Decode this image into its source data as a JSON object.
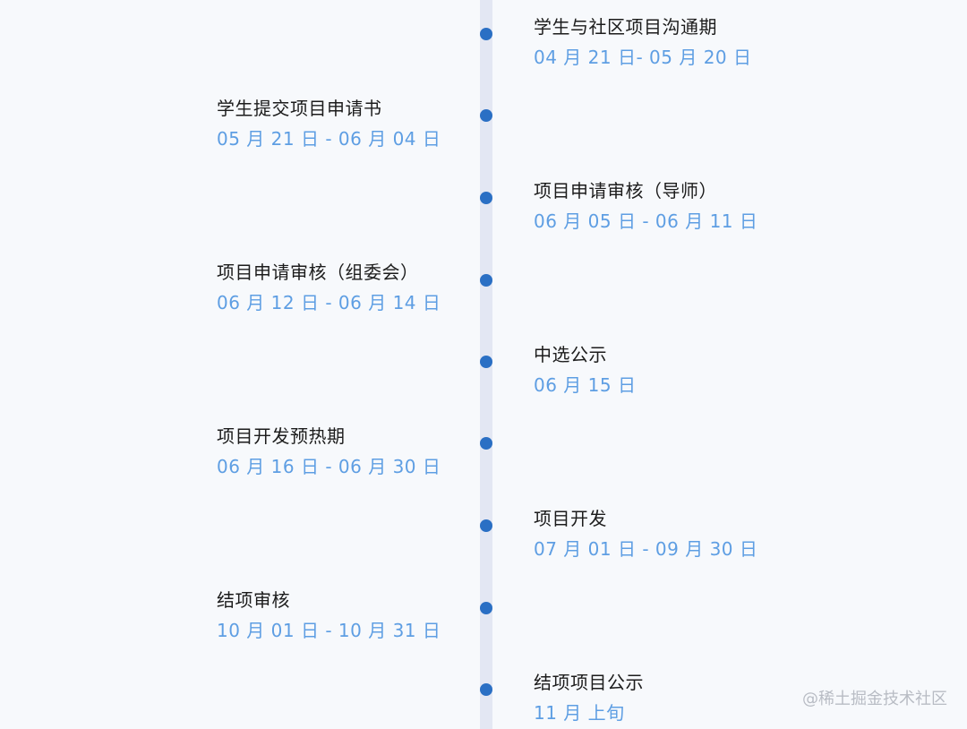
{
  "timeline": {
    "items": [
      {
        "title": "学生与社区项目沟通期",
        "date": "04 月 21 日- 05 月 20 日"
      },
      {
        "title": "学生提交项目申请书",
        "date": "05 月 21 日 - 06 月 04 日"
      },
      {
        "title": "项目申请审核（导师）",
        "date": "06 月 05 日 - 06 月 11 日"
      },
      {
        "title": "项目申请审核（组委会）",
        "date": "06 月 12 日 - 06 月 14 日"
      },
      {
        "title": "中选公示",
        "date": "06 月 15 日"
      },
      {
        "title": "项目开发预热期",
        "date": "06 月 16 日 - 06 月 30 日"
      },
      {
        "title": "项目开发",
        "date": "07 月 01 日 - 09 月 30 日"
      },
      {
        "title": "结项审核",
        "date": "10 月 01 日 - 10 月 31 日"
      },
      {
        "title": "结项项目公示",
        "date": "11 月 上旬"
      }
    ]
  },
  "watermark": "@稀土掘金技术社区",
  "colors": {
    "background": "#f7f9fc",
    "track": "#e3e7f3",
    "dot": "#2a6fc4",
    "title": "#1c1c1c",
    "date": "#5e9ee3"
  }
}
